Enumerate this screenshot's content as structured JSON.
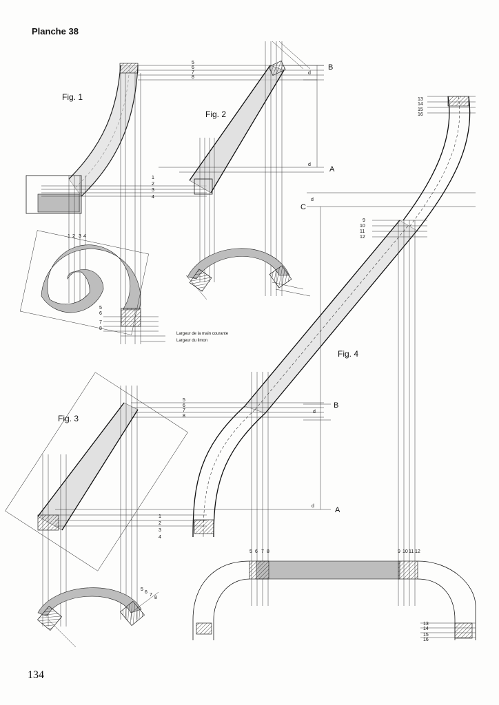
{
  "header": {
    "plate_title": "Planche 38"
  },
  "figures": {
    "fig1": "Fig. 1",
    "fig2": "Fig. 2",
    "fig3": "Fig. 3",
    "fig4": "Fig. 4"
  },
  "letters": {
    "A": "A",
    "B": "B",
    "C": "C",
    "d": "d"
  },
  "numbers": {
    "n1": "1",
    "n2": "2",
    "n3": "3",
    "n4": "4",
    "n5": "5",
    "n6": "6",
    "n7": "7",
    "n8": "8",
    "n9": "9",
    "n10": "10",
    "n11": "11",
    "n12": "12",
    "n13": "13",
    "n14": "14",
    "n15": "15",
    "n16": "16"
  },
  "annotations": {
    "width_handrail": "Largeur de la main courante",
    "width_stringer": "Largeur du limon"
  },
  "footer": {
    "page_number": "134"
  },
  "colors": {
    "ink": "#111111",
    "paper": "#fdfdfc",
    "shade": "#bdbdbd"
  }
}
